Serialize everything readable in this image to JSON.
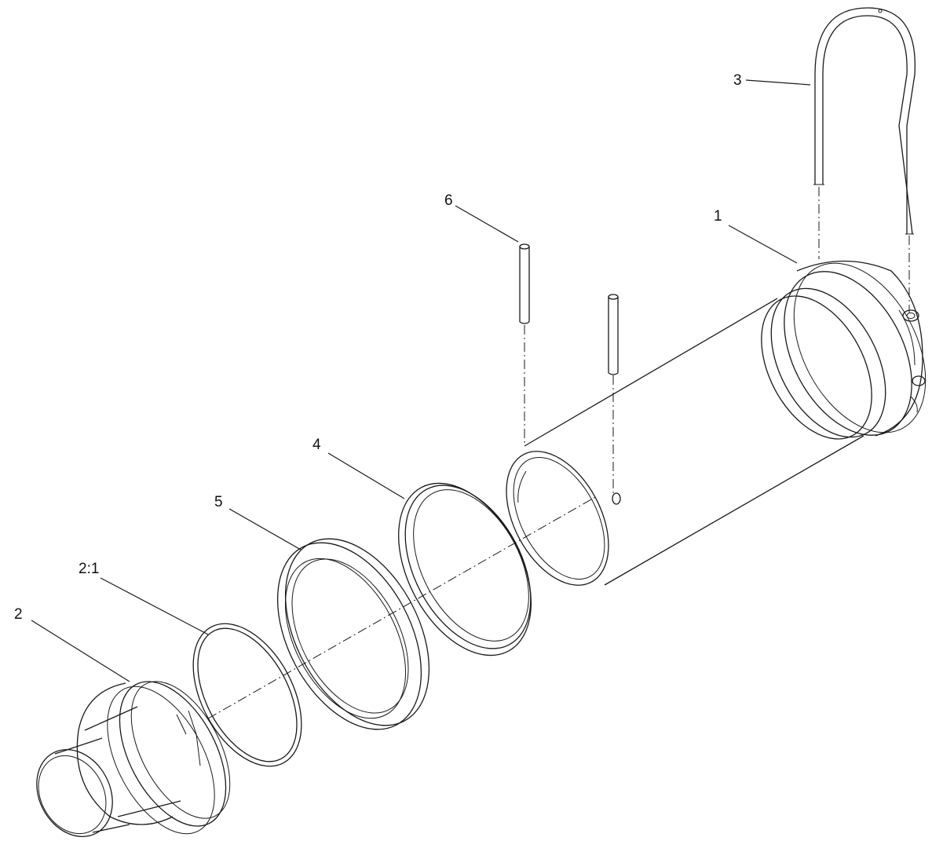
{
  "callouts": {
    "c1": "1",
    "c2": "2",
    "c2_1": "2:1",
    "c3": "3",
    "c4": "4",
    "c5": "5",
    "c6": "6"
  },
  "colors": {
    "line": "#1a1a1a",
    "background": "#ffffff"
  }
}
